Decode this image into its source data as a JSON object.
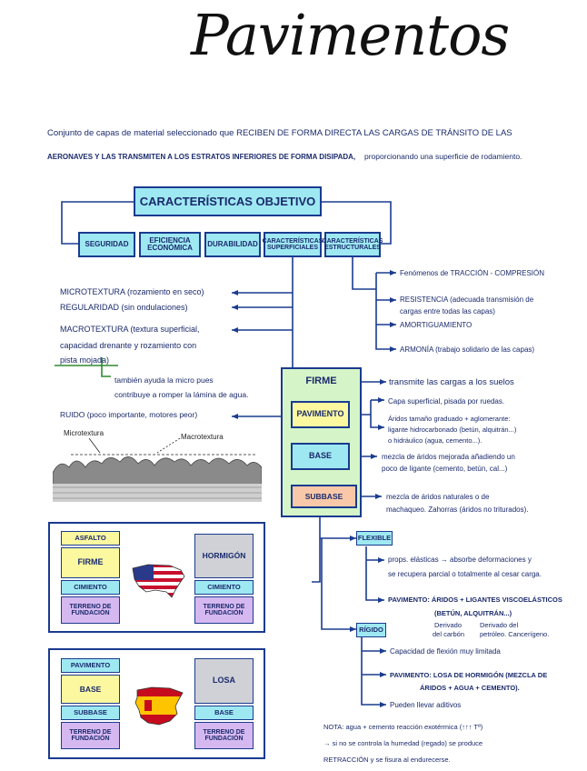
{
  "title": "Pavimentos",
  "intro": {
    "line1": "Conjunto de capas de material seleccionado que RECIBEN DE FORMA DIRECTA LAS CARGAS DE TRÁNSITO DE LAS",
    "line2a": "AERONAVES Y LAS TRANSMITEN A LOS ESTRATOS INFERIORES DE FORMA DISIPADA,",
    "line2b": "proporcionando una superficie de rodamiento."
  },
  "caracteristicas": {
    "header": "CARACTERÍSTICAS OBJETIVO",
    "items": [
      "SEGURIDAD",
      "EFICIENCIA ECONÓMICA",
      "DURABILIDAD",
      "CARACTERÍSTICAS SUPERFICIALES",
      "CARACTERÍSTICAS ESTRUCTURALES"
    ]
  },
  "superficiales": {
    "microtextura": "MICROTEXTURA (rozamiento en seco)",
    "regularidad": "REGULARIDAD (sin ondulaciones)",
    "macrotextura_1": "MACROTEXTURA (textura superficial,",
    "macrotextura_2": "capacidad drenante y rozamiento con",
    "macrotextura_3": "pista mojada)",
    "nota_verde_1": "también ayuda la micro pues",
    "nota_verde_2": "contribuye a romper la lámina de agua.",
    "ruido": "RUIDO (poco importante, motores peor)",
    "img_label_micro": "Microtextura",
    "img_label_macro": "Macrotextura"
  },
  "estructurales": {
    "items": [
      [
        "Fenómenos de TRACCIÓN - COMPRESIÓN"
      ],
      [
        "RESISTENCIA (adecuada transmisión de",
        "cargas entre todas las capas)"
      ],
      [
        "AMORTIGUAMIENTO"
      ],
      [
        "ARMONÍA (trabajo solidario de las capas)"
      ]
    ]
  },
  "firme": {
    "label": "FIRME",
    "desc": "transmite las cargas a los suelos",
    "pavimento": "PAVIMENTO",
    "pav_1": "Capa superficial, pisada por ruedas.",
    "pav_2": "Áridos tamaño graduado + aglomerante:",
    "pav_3": "ligante hidrocarbonado (betún, alquitrán...)",
    "pav_4": "o hidráulico (agua, cemento...).",
    "base": "BASE",
    "base_1": "mezcla de áridos mejorada añadiendo un",
    "base_2": "poco de ligante (cemento, betún, cal...)",
    "subbase": "SUBBASE",
    "subbase_1": "mezcla de áridos naturales o de",
    "subbase_2": "machaqueo. Zahorras (áridos no triturados)."
  },
  "flexible": {
    "label": "FLEXIBLE",
    "p1": "props. elásticas → absorbe deformaciones y",
    "p2": "se recupera parcial o totalmente al cesar carga.",
    "p3": "PAVIMENTO: ÁRIDOS + LIGANTES VISCOELÁSTICOS",
    "p4": "(BETÚN, ALQUITRÁN...)",
    "d1": "Derivado",
    "d2": "del carbón",
    "d3": "Derivado del",
    "d4": "petróleo. Cancerígeno."
  },
  "rigido": {
    "label": "RÍGIDO",
    "r1": "Capacidad de flexión muy limitada",
    "r2": "PAVIMENTO: LOSA DE HORMIGÓN (MEZCLA DE",
    "r3": "ÁRIDOS + AGUA + CEMENTO).",
    "r4": "Pueden llevar aditivos",
    "nota_1": "NOTA: agua + cemento reacción exotérmica (↑↑↑ Tª)",
    "nota_2": "→ si no se controla la humedad (regado) se produce",
    "nota_3": "RETRACCIÓN y se fisura al endurecerse."
  },
  "usa": {
    "flex": [
      "ASFALTO",
      "FIRME",
      "CIMIENTO",
      "TERRENO DE FUNDACIÓN"
    ],
    "rigid": [
      "HORMIGÓN",
      "CIMIENTO",
      "TERRENO DE FUNDACIÓN"
    ]
  },
  "spain": {
    "flex": [
      "PAVIMENTO",
      "BASE",
      "SUBBASE",
      "TERRENO DE FUNDACIÓN"
    ],
    "rigid": [
      "LOSA",
      "BASE",
      "TERRENO DE FUNDACIÓN"
    ]
  }
}
